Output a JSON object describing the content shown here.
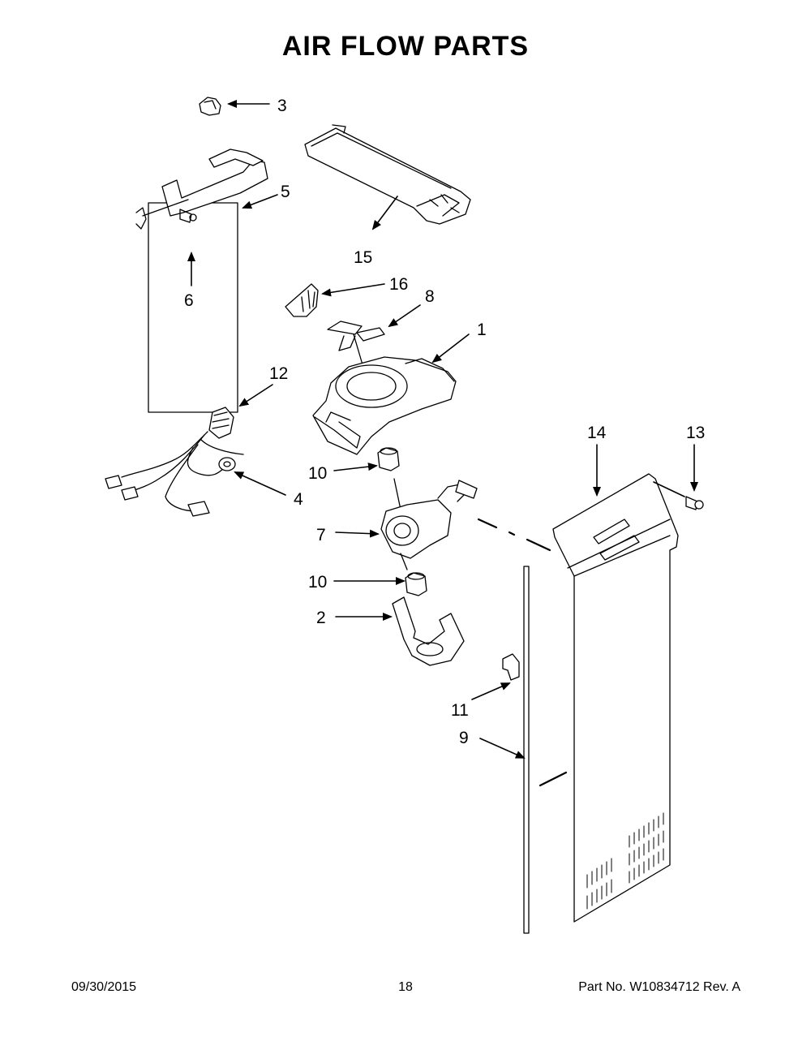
{
  "title": "AIR FLOW PARTS",
  "callouts": {
    "c1": "1",
    "c2": "2",
    "c3": "3",
    "c4": "4",
    "c5": "5",
    "c6": "6",
    "c7": "7",
    "c8": "8",
    "c9": "9",
    "c10a": "10",
    "c10b": "10",
    "c11": "11",
    "c12": "12",
    "c13": "13",
    "c14": "14",
    "c15": "15",
    "c16": "16"
  },
  "footer": {
    "date": "09/30/2015",
    "page": "18",
    "part": "Part No.  W10834712  Rev.  A"
  }
}
